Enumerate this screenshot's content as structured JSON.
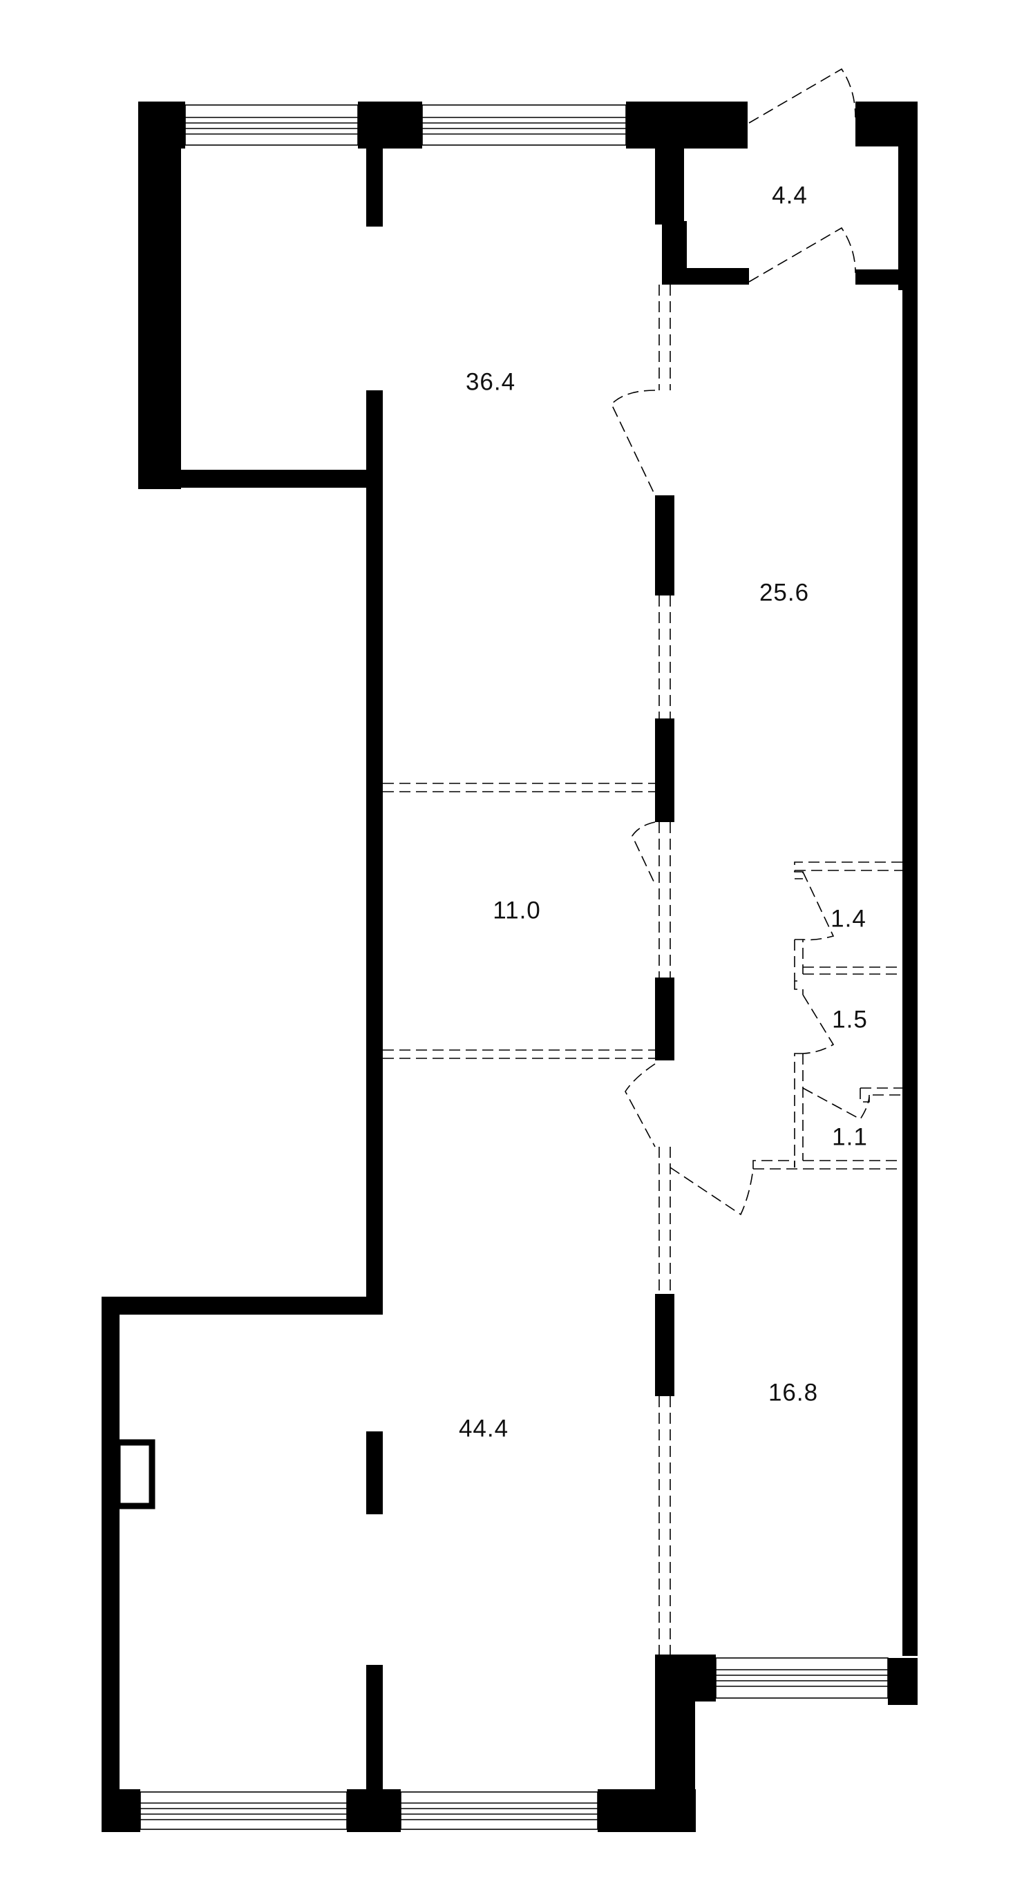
{
  "floor_plan": {
    "wall_color": "#000000",
    "background": "#ffffff",
    "rooms": [
      {
        "id": "room-36-4",
        "area": "36.4"
      },
      {
        "id": "room-4-4",
        "area": "4.4"
      },
      {
        "id": "room-25-6",
        "area": "25.6"
      },
      {
        "id": "room-11-0",
        "area": "11.0"
      },
      {
        "id": "room-1-4",
        "area": "1.4"
      },
      {
        "id": "room-1-5",
        "area": "1.5"
      },
      {
        "id": "room-1-1",
        "area": "1.1"
      },
      {
        "id": "room-16-8",
        "area": "16.8"
      },
      {
        "id": "room-44-4",
        "area": "44.4"
      }
    ]
  }
}
